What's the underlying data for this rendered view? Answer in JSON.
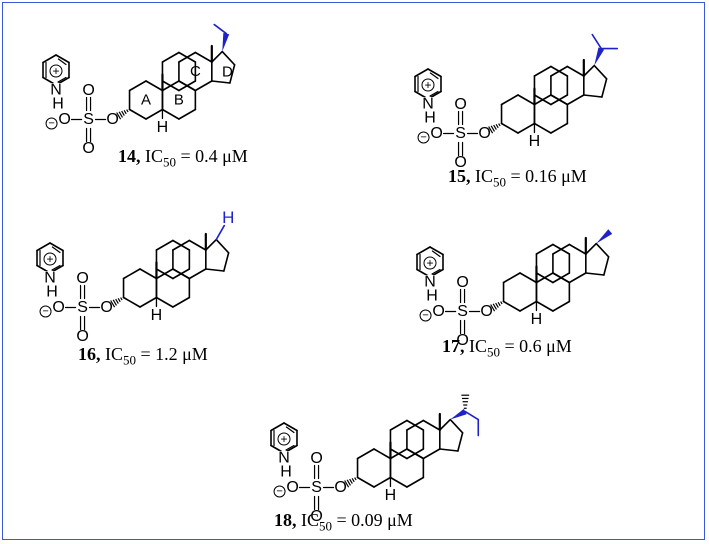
{
  "compounds": [
    {
      "number": "14",
      "ic50_label": "IC",
      "ic50_sub": "50",
      "value": "= 0.4 μM",
      "side_chain": "ethyl",
      "ring_labels": [
        "A",
        "B",
        "C",
        "D"
      ]
    },
    {
      "number": "15",
      "ic50_label": "IC",
      "ic50_sub": "50",
      "value": "= 0.16 μM",
      "side_chain": "isopropyl"
    },
    {
      "number": "16",
      "ic50_label": "IC",
      "ic50_sub": "50",
      "value": "= 1.2 μM",
      "side_chain": "H",
      "side_text": "H"
    },
    {
      "number": "17",
      "ic50_label": "IC",
      "ic50_sub": "50",
      "value": "= 0.6 μM",
      "side_chain": "methyl"
    },
    {
      "number": "18",
      "ic50_label": "IC",
      "ic50_sub": "50",
      "value": "= 0.09 μM",
      "side_chain": "sec-butyl"
    }
  ],
  "atoms": {
    "nh": "N",
    "h": "H",
    "o": "O",
    "s": "S",
    "plus": "+",
    "minus": "−"
  },
  "colors": {
    "frame": "#3a5bd8",
    "side_chain": "#1e22c8",
    "structure": "#000000"
  }
}
